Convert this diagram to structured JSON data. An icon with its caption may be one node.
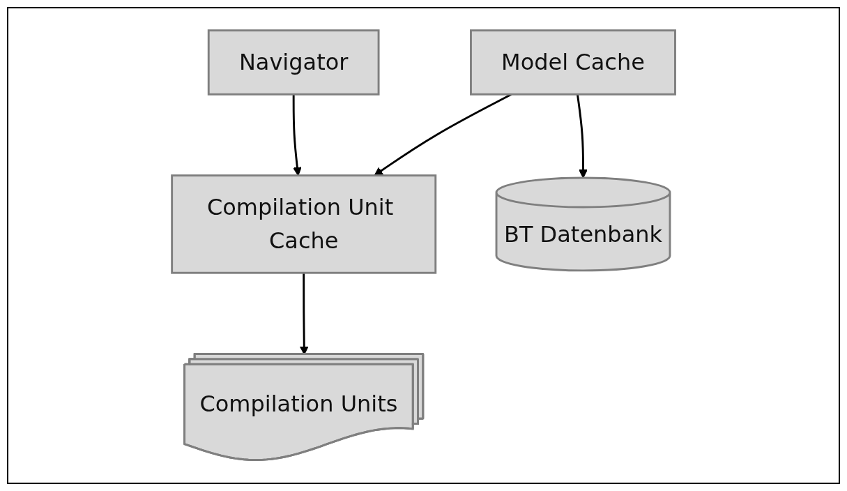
{
  "diagram": {
    "nodes": [
      {
        "text": [
          "Navigator"
        ]
      },
      {
        "text": [
          "Compilation Unit Cache"
        ]
      },
      {
        "text": [
          "Model Cache"
        ]
      },
      {
        "text": [
          "Compilation Units"
        ]
      },
      {
        "text": [
          "BT Datenbank"
        ]
      }
    ],
    "edges": [
      {
        "from": 0,
        "to": 1,
        "arrow": "to"
      },
      {
        "from": 2,
        "to": 1,
        "arrow": "to"
      },
      {
        "from": 1,
        "to": 3,
        "arrow": "to"
      },
      {
        "from": 2,
        "to": 4,
        "arrow": "to"
      }
    ]
  }
}
